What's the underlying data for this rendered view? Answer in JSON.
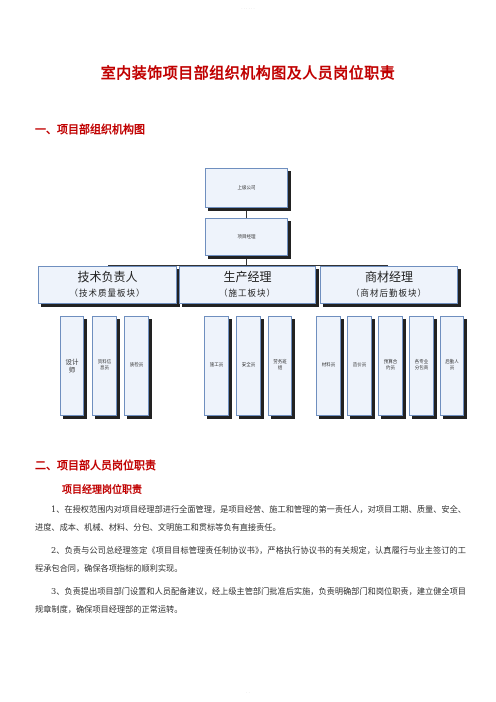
{
  "watermark_top": "· · · · · ·",
  "watermark_bottom": "· ·",
  "title": "室内装饰项目部组织机构图及人员岗位职责",
  "section1": "一、项目部组织机构图",
  "org": {
    "top": "上级公司",
    "pm": "项目经理",
    "tech": {
      "title": "技术负责人",
      "sub": "（技术质量板块）",
      "roles": [
        "设计师",
        "资料信息员",
        "质检员"
      ]
    },
    "prod": {
      "title": "生产经理",
      "sub": "（施工板块）",
      "roles": [
        "施工员",
        "安全员",
        "劳务班组"
      ]
    },
    "mat": {
      "title": "商材经理",
      "sub": "（商材后勤板块）",
      "roles": [
        "材料员",
        "造价员",
        "预算合约员",
        "各专业分包商",
        "后勤人员"
      ]
    }
  },
  "section2": "二、项目部人员岗位职责",
  "subsection": "项目经理岗位职责",
  "paragraphs": [
    "1、在授权范围内对项目经理部进行全面管理，是项目经营、施工和管理的第一责任人，对项目工期、质量、安全、进度、成本、机械、材料、分包、文明施工和贯标等负有直接责任。",
    "2、负责与公司总经理签定《项目目标管理责任制协议书》，严格执行协议书的有关规定，认真履行与业主签订的工程承包合同，确保各项指标的顺利实现。",
    "3、负责提出项目部门设置和人员配备建议，经上级主管部门批准后实施，负责明确部门和岗位职责，建立健全项目规章制度，确保项目经理部的正常运转。"
  ]
}
